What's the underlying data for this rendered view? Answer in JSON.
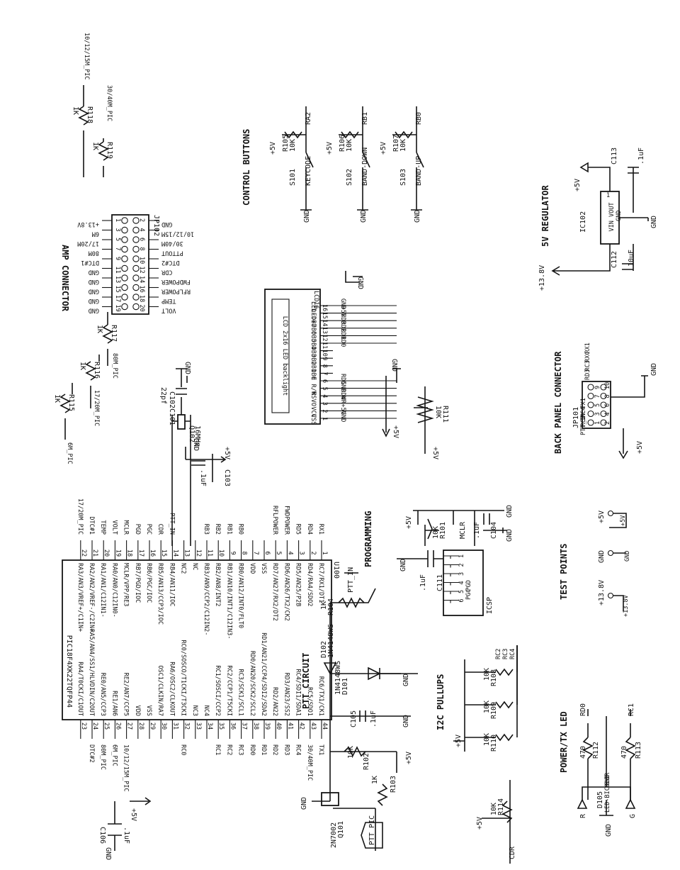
{
  "sections": {
    "amp_connector": "AMP CONNECTOR",
    "control_buttons": "CONTROL BUTTONS",
    "regulator": "5V REGULATOR",
    "back_panel": "BACK PANEL CONNECTOR",
    "programming": "PROGRAMMING",
    "test_points": "TEST POINTS",
    "ptt_circuit": "PTT CIRCUIT",
    "i2c_pullups": "I2C PULLUPS",
    "power_led": "POWER/TX LED"
  },
  "mcu": {
    "ref": "U100",
    "part": "PIC18F4XK22TQFP44",
    "left_pins": [
      {
        "num": "1",
        "name": "RC7/RX1/DT1",
        "net": "RX1"
      },
      {
        "num": "2",
        "name": "RD4/RA4/SDO2",
        "net": "RD4"
      },
      {
        "num": "3",
        "name": "RD5/AN25/P2B",
        "net": "RD5"
      },
      {
        "num": "4",
        "name": "RD6/AN26/TX2/CK2",
        "net": "FWDPOWER"
      },
      {
        "num": "5",
        "name": "RD7/AN27/RX2/DT2",
        "net": "RFLPOWER"
      },
      {
        "num": "6",
        "name": "VSS",
        "net": ""
      },
      {
        "num": "7",
        "name": "VDD",
        "net": ""
      },
      {
        "num": "8",
        "name": "RB0/AN12/INT0/FLT0",
        "net": "RB0"
      },
      {
        "num": "9",
        "name": "RB1/AN10/INT1/C12IN3-",
        "net": "RB1"
      },
      {
        "num": "10",
        "name": "RB2/AN8/INT2",
        "net": "RB2"
      },
      {
        "num": "11",
        "name": "RB3/AN9/CCP2/C12IN2-",
        "net": "RB3"
      },
      {
        "num": "12",
        "name": "NC",
        "net": ""
      },
      {
        "num": "13",
        "name": "NC2",
        "net": ""
      },
      {
        "num": "14",
        "name": "RB4/AN11/IOC",
        "net": "PTT_IN"
      },
      {
        "num": "15",
        "name": "RB5/AN13/CCP3/IOC",
        "net": "CDR"
      },
      {
        "num": "16",
        "name": "RB6/PGC/IOC",
        "net": "PGC"
      },
      {
        "num": "17",
        "name": "RB7/PGD/IOC",
        "net": "PGD"
      },
      {
        "num": "18",
        "name": "MCLR/VPP/RE3",
        "net": "MCLR"
      },
      {
        "num": "19",
        "name": "RA0/AN0/C12IN0-",
        "net": "VOLT"
      },
      {
        "num": "20",
        "name": "RA1/AN1/C12IN1-",
        "net": "TEMP"
      },
      {
        "num": "21",
        "name": "RA2/AN2/VREF-/C2IN+",
        "net": "DTC#1"
      },
      {
        "num": "22",
        "name": "RA3/AN3/VREF+/C1IN+",
        "net": "17/20M_PIC"
      }
    ],
    "right_pins": [
      {
        "num": "44",
        "name": "RC6/TX1/CK1",
        "net": "TX1"
      },
      {
        "num": "43",
        "name": "RC5/SDO1",
        "net": "30/40M_PIC"
      },
      {
        "num": "42",
        "name": "RC4/SDI1/SDA1",
        "net": "RC4"
      },
      {
        "num": "41",
        "name": "RD3/AN23/SS2",
        "net": "RD3"
      },
      {
        "num": "40",
        "name": "RD2/AN22",
        "net": "RD2"
      },
      {
        "num": "39",
        "name": "RD1/AN21/CCP4/SDI2/SDA2",
        "net": "RD1"
      },
      {
        "num": "38",
        "name": "RD0/AN20/SCK2/SCL2",
        "net": "RD0"
      },
      {
        "num": "37",
        "name": "RC3/SCK1/SCL1",
        "net": "RC3"
      },
      {
        "num": "36",
        "name": "RC2/CCP1/T5CKI",
        "net": "RC2"
      },
      {
        "num": "35",
        "name": "RC1/SOSCI/CCP2",
        "net": "RC1"
      },
      {
        "num": "34",
        "name": "NC4",
        "net": ""
      },
      {
        "num": "33",
        "name": "NC3",
        "net": ""
      },
      {
        "num": "32",
        "name": "RC0/SOSCO/T1CKI/T3CKI",
        "net": "RC0"
      },
      {
        "num": "31",
        "name": "RA6/OSC2/CLKOUT",
        "net": ""
      },
      {
        "num": "30",
        "name": "OSC1/CLKIN/RA7",
        "net": ""
      },
      {
        "num": "29",
        "name": "VSS",
        "net": ""
      },
      {
        "num": "28",
        "name": "VDD",
        "net": ""
      },
      {
        "num": "27",
        "name": "RE2/AN7/CCP5",
        "net": "10/12/15M_PIC"
      },
      {
        "num": "26",
        "name": "RE1/AN6",
        "net": "6M_PIC"
      },
      {
        "num": "25",
        "name": "RE0/AN5/CCP3",
        "net": "80M_PIC"
      },
      {
        "num": "24",
        "name": "RA5/AN4/SS1/HLVDIN/C2OUT",
        "net": "DTC#2"
      },
      {
        "num": "23",
        "name": "RA4/T0CKI/C1OUT",
        "net": ""
      }
    ]
  },
  "amp_connector": {
    "ref": "JP102",
    "odd": [
      {
        "num": "1",
        "net": "+13.8V"
      },
      {
        "num": "3",
        "net": "6M"
      },
      {
        "num": "5",
        "net": "17/20M"
      },
      {
        "num": "7",
        "net": "80M"
      },
      {
        "num": "9",
        "net": "DTC#1"
      },
      {
        "num": "11",
        "net": "GND"
      },
      {
        "num": "13",
        "net": "GND"
      },
      {
        "num": "15",
        "net": "GND"
      },
      {
        "num": "17",
        "net": "GND"
      },
      {
        "num": "19",
        "net": "GND"
      }
    ],
    "even": [
      {
        "num": "2",
        "net": "GND"
      },
      {
        "num": "4",
        "net": "10/12/15M"
      },
      {
        "num": "6",
        "net": "30/40M"
      },
      {
        "num": "8",
        "net": "PTTOUT"
      },
      {
        "num": "10",
        "net": "DTC#2"
      },
      {
        "num": "12",
        "net": "CDR"
      },
      {
        "num": "14",
        "net": "FWDPOWER"
      },
      {
        "num": "16",
        "net": "RFLPOWER"
      },
      {
        "num": "18",
        "net": "TEMP"
      },
      {
        "num": "20",
        "net": "VOLT"
      }
    ]
  },
  "amp_resistors": [
    {
      "ref": "R118",
      "val": "1K",
      "net": "10/12/15M_PIC"
    },
    {
      "ref": "R119",
      "val": "1K",
      "net": "30/40M_PIC"
    },
    {
      "ref": "R117",
      "val": "1K",
      "net": "80M_PIC"
    },
    {
      "ref": "R116",
      "val": "1K",
      "net": "17/20M_PIC"
    },
    {
      "ref": "R115",
      "val": "1K",
      "net": "6M_PIC"
    }
  ],
  "buttons": [
    {
      "switch": "S101",
      "label": "KEYCODE",
      "resistor": "R105",
      "val": "10K",
      "rail": "+5V",
      "net": "RA2",
      "gnd": "GND"
    },
    {
      "switch": "S102",
      "label": "BAND-DOWN",
      "resistor": "R106",
      "val": "10K",
      "rail": "+5V",
      "net": "RB1",
      "gnd": "GND"
    },
    {
      "switch": "S103",
      "label": "BAND-UP",
      "resistor": "R107",
      "val": "10K",
      "rail": "+5V",
      "net": "RB0",
      "gnd": "GND"
    }
  ],
  "regulator": {
    "ref": "IC102",
    "pin_in": "VIN",
    "pin_out": "VOUT",
    "pin_gnd": "GND",
    "cin_ref": "C112",
    "cin_val": "10uF",
    "cout_ref": "C113",
    "cout_val": ".1uF",
    "in_net": "+13.8V",
    "out_net": "+5V",
    "gnd_net": "GND",
    "gnd_pin_num": "1"
  },
  "lcd": {
    "title": "LCD 2x16 LED backlight",
    "ref": "LCD16",
    "pins": [
      {
        "num": "1",
        "name": "VSS",
        "net": "GND"
      },
      {
        "num": "2",
        "name": "VCC",
        "net": "+5V"
      },
      {
        "num": "3",
        "name": "VO",
        "net": "WR"
      },
      {
        "num": "4",
        "name": "RS",
        "net": "RD4"
      },
      {
        "num": "5",
        "name": "R/W",
        "net": "GND"
      },
      {
        "num": "6",
        "name": "E",
        "net": "RD5"
      },
      {
        "num": "7",
        "name": "DB0",
        "net": ""
      },
      {
        "num": "8",
        "name": "DB1",
        "net": ""
      },
      {
        "num": "9",
        "name": "DB2",
        "net": ""
      },
      {
        "num": "10",
        "name": "DB3",
        "net": ""
      },
      {
        "num": "11",
        "name": "DB4",
        "net": "RD0"
      },
      {
        "num": "12",
        "name": "DB5",
        "net": "RD1"
      },
      {
        "num": "13",
        "name": "DB6",
        "net": "RD2"
      },
      {
        "num": "14",
        "name": "DB7",
        "net": "RD3"
      },
      {
        "num": "15",
        "name": "LED+",
        "net": "+5V"
      },
      {
        "num": "16",
        "name": "LED-",
        "net": "GND"
      }
    ],
    "pot_ref": "R111",
    "pot_val": "10K",
    "gnd": "GND",
    "rail": "+5V"
  },
  "crystal": {
    "ref": "Q102",
    "freq": "16MHz",
    "c1_ref": "C101",
    "c2_ref": "C102",
    "cap_val": "22pf",
    "gnd": "GND"
  },
  "bypass": {
    "ref": "C103",
    "val": ".1uF",
    "rail": "+5V",
    "gnd": "GND",
    "c106_ref": "C106",
    "c106_val": ".1uF"
  },
  "back_panel": {
    "ref": "JP101",
    "left": [
      {
        "num": "1",
        "net": "PTT_IN"
      },
      {
        "num": "3",
        "net": "RC2"
      },
      {
        "num": "5",
        "net": "RC4"
      },
      {
        "num": "7",
        "net": "TX1"
      },
      {
        "num": "9",
        "net": ""
      }
    ],
    "right": [
      {
        "num": "2",
        "net": "RD3"
      },
      {
        "num": "4",
        "net": "RC3"
      },
      {
        "num": "6",
        "net": "RXC"
      },
      {
        "num": "8",
        "net": "RX1"
      },
      {
        "num": "10",
        "net": ""
      }
    ],
    "rail": "+5V",
    "gnd": "GND"
  },
  "programming": {
    "ref": "ICSP",
    "pins": [
      {
        "num": "1",
        "net": "MCLR"
      },
      {
        "num": "2",
        "net": "+5V"
      },
      {
        "num": "3",
        "net": "GND"
      },
      {
        "num": "4",
        "net": "PGD"
      },
      {
        "num": "5",
        "net": "PGC"
      },
      {
        "num": "6",
        "net": ""
      }
    ],
    "r_ref": "R101",
    "r_val": "10K",
    "c_ref": "C104",
    "c_val": ".1uF",
    "c2_ref": "C111",
    "c2_val": ".1uF",
    "rail": "+5V",
    "gnd": "GND",
    "mclr": "MCLR"
  },
  "test_points": [
    {
      "label": "+5V",
      "net": "+5V"
    },
    {
      "label": "GND",
      "net": "GND"
    },
    {
      "label": "+13.8V",
      "net": "+13.8V"
    }
  ],
  "ptt": {
    "transistor_ref": "Q101",
    "transistor_part": "2N7002",
    "diode_ref": "D102",
    "diode_part": "1N4148WS",
    "diode2_ref": "D101",
    "diode2_part": "1N4148WS",
    "r104": "R104",
    "r104_val": "1K",
    "r102": "R102",
    "r102_val": "10K",
    "r103": "R103",
    "r103_val": "1K",
    "c105": "C105",
    "c105_val": ".1uF",
    "in_net": "PTT_IN",
    "pic_net": "PTT_PIC",
    "rail": "+5V",
    "gnd": "GND"
  },
  "i2c": [
    {
      "ref": "R108",
      "val": "10K",
      "net": "RC2"
    },
    {
      "ref": "R109",
      "val": "10K",
      "net": "RC3"
    },
    {
      "ref": "R110",
      "val": "10K",
      "net": "RC4"
    }
  ],
  "i2c_rail": "+5V",
  "cdr": {
    "ref": "R114",
    "val": "10K",
    "rail": "+5V",
    "net": "CDR"
  },
  "led": {
    "ref": "D105",
    "part": "LED-BICOLOR",
    "r1_ref": "R112",
    "r1_val": "470",
    "r1_net": "RD0",
    "r2_ref": "R113",
    "r2_val": "470",
    "r2_net": "RC1",
    "pin_r": "R",
    "pin_g": "G",
    "gnd_pin": "GND",
    "gnd": "GND"
  }
}
